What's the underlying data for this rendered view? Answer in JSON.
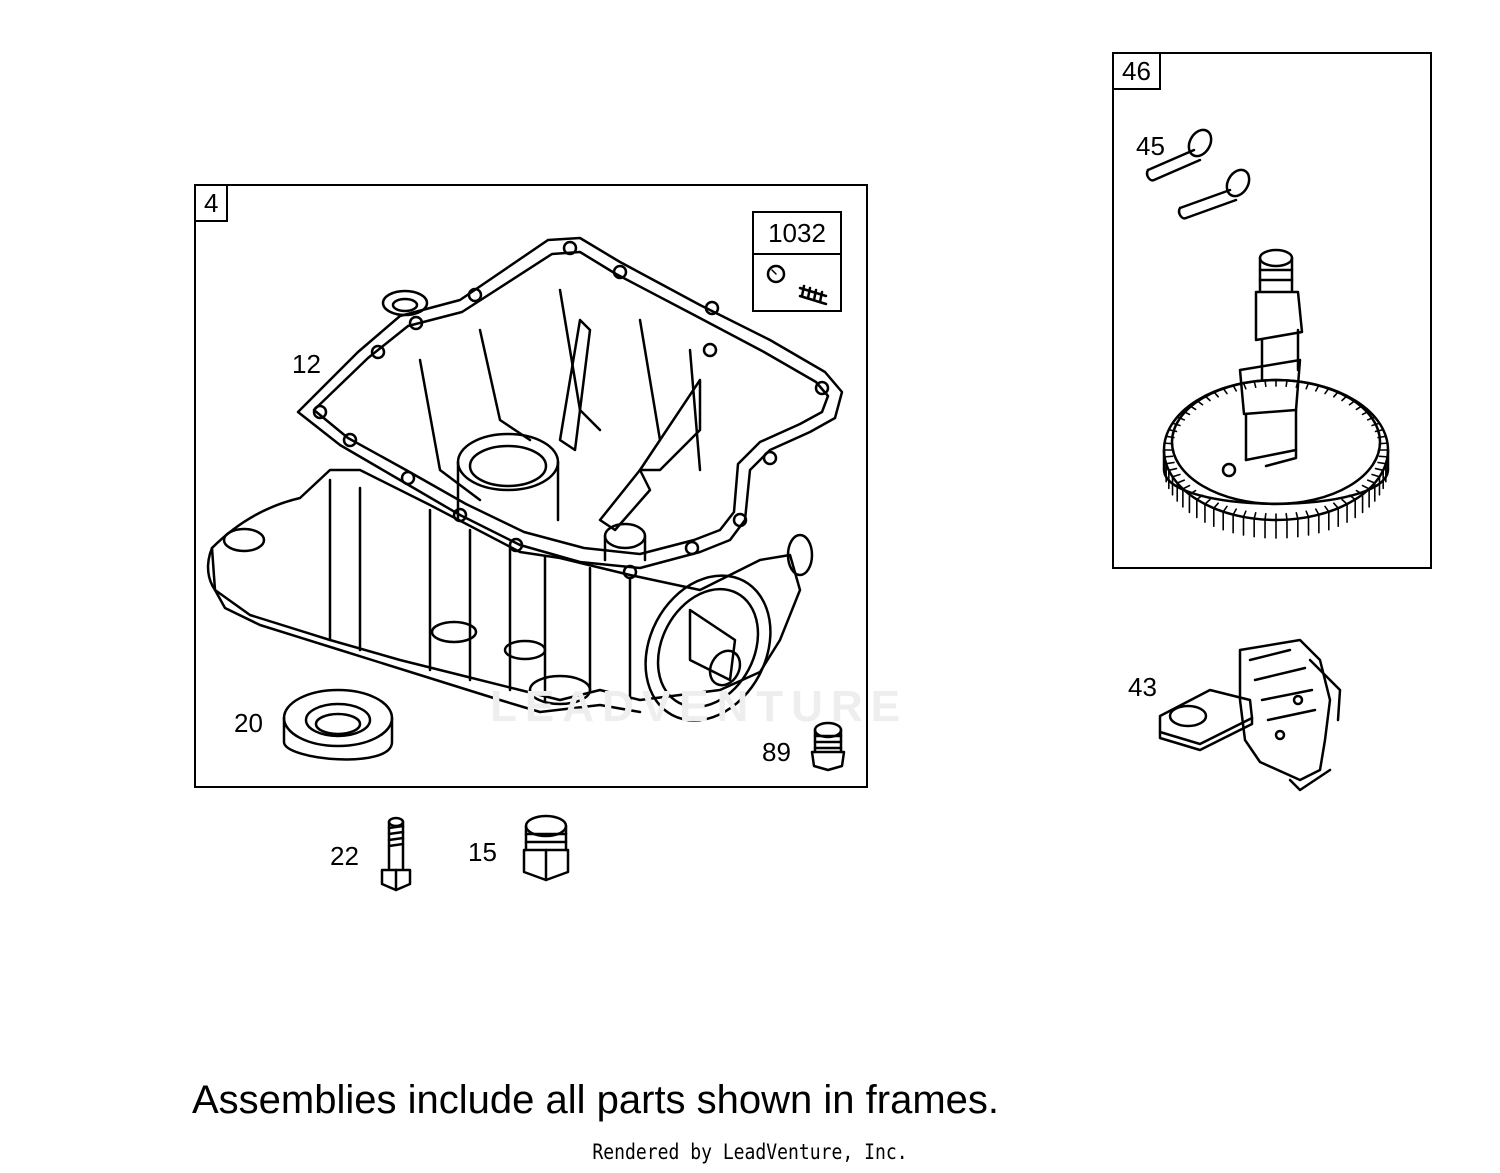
{
  "frames": {
    "sump": {
      "id": "4"
    },
    "kit": {
      "id": "1032"
    },
    "camshaft": {
      "id": "46"
    }
  },
  "callouts": {
    "gasket": "12",
    "seal": "20",
    "plug_small": "89",
    "bolt": "22",
    "plug_large": "15",
    "pins": "45",
    "governor": "43"
  },
  "watermark": "LEADVENTURE",
  "note": "Assemblies include all parts shown in frames.",
  "credit": "Rendered by LeadVenture, Inc."
}
